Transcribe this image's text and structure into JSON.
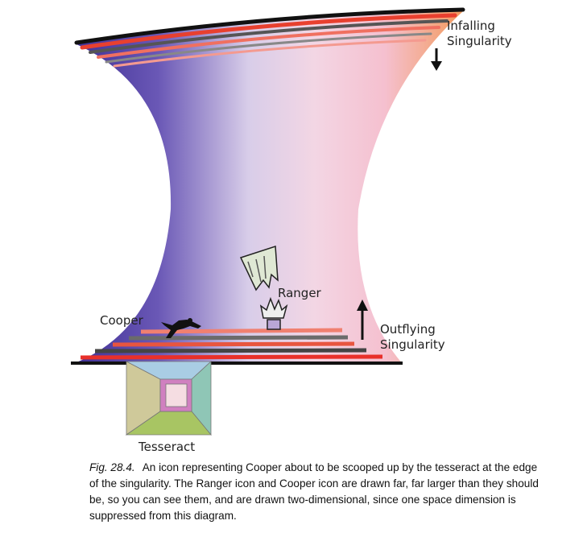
{
  "labels": {
    "infalling": [
      "Infalling",
      "Singularity"
    ],
    "outflying": [
      "Outflying",
      "Singularity"
    ],
    "cooper": "Cooper",
    "ranger": "Ranger",
    "tesseract": "Tesseract"
  },
  "caption": {
    "fig_number": "Fig. 28.4.",
    "text": "An icon representing Cooper about to be scooped up by the tesseract at the edge of the singularity. The Ranger icon and Cooper icon are drawn far, far larger than they should be, so you can see them, and are drawn two-dimensional, since one space dimension is suppressed from this diagram."
  },
  "colors": {
    "left": "#5646a6",
    "mid": "#efe6f3",
    "pink": "#f4c6d6",
    "right": "#f2a36e",
    "stripe_red": "#e8402f",
    "stripe_gray": "#6b6b6b"
  }
}
